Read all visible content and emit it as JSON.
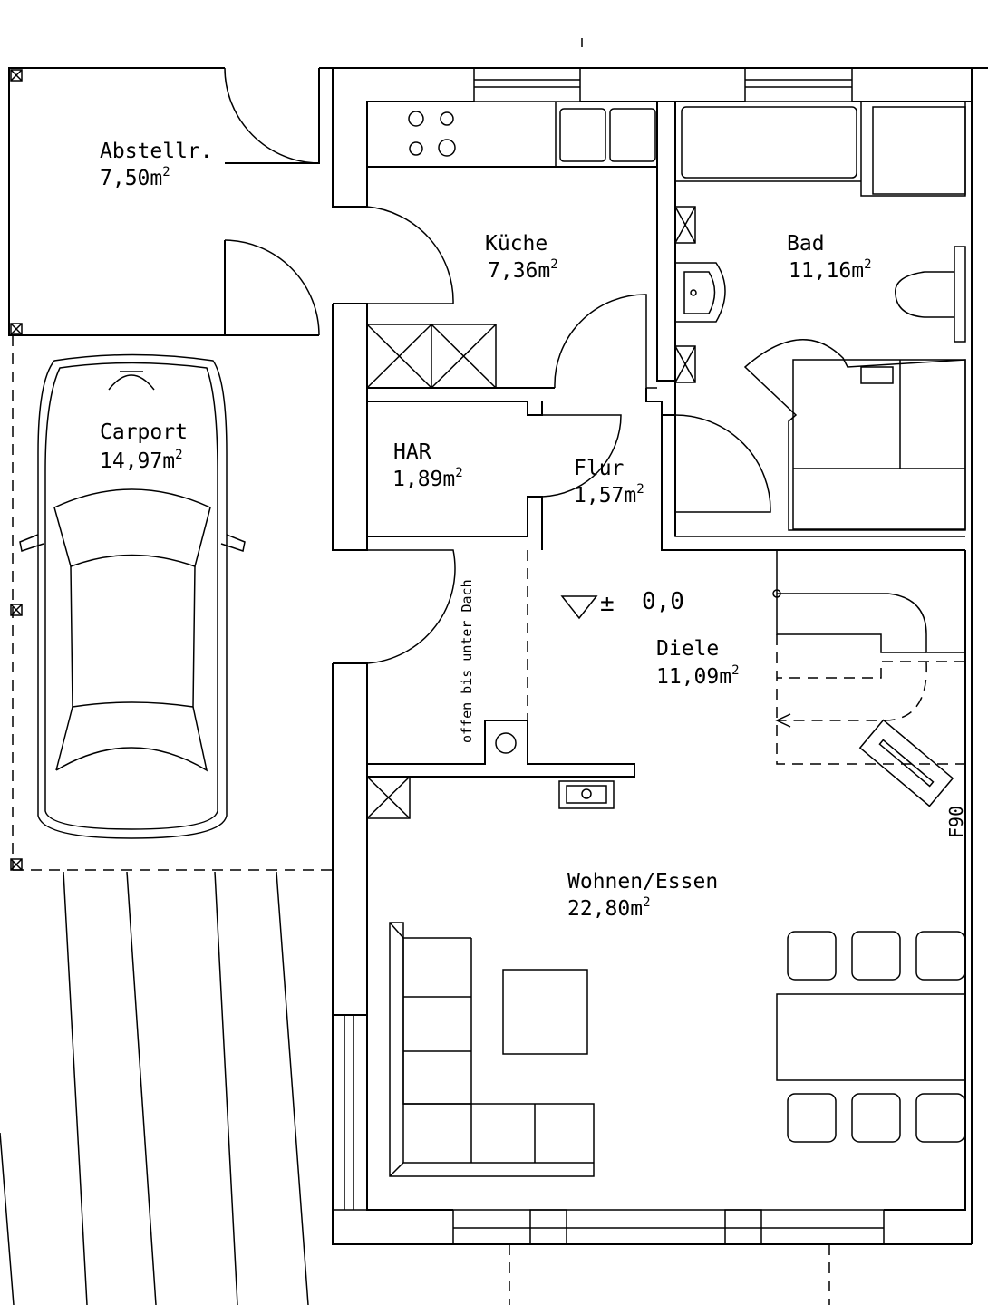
{
  "rooms": [
    {
      "id": "abstellraum",
      "name": "Abstellr.",
      "area": "7,50m",
      "unit_sup": "2"
    },
    {
      "id": "carport",
      "name": "Carport",
      "area": "14,97m",
      "unit_sup": "2"
    },
    {
      "id": "kueche",
      "name": "Küche",
      "area": "7,36m",
      "unit_sup": "2"
    },
    {
      "id": "bad",
      "name": "Bad",
      "area": "11,16m",
      "unit_sup": "2"
    },
    {
      "id": "har",
      "name": "HAR",
      "area": "1,89m",
      "unit_sup": "2"
    },
    {
      "id": "flur",
      "name": "Flur",
      "area": "1,57m",
      "unit_sup": "2"
    },
    {
      "id": "diele",
      "name": "Diele",
      "area": "11,09m",
      "unit_sup": "2"
    },
    {
      "id": "wohnen",
      "name": "Wohnen/Essen",
      "area": "22,80m",
      "unit_sup": "2"
    }
  ],
  "annotations": {
    "open_to_roof": "offen bis unter Dach",
    "level_symbol": "±",
    "level_value": "0,0",
    "fire_door": "F90"
  }
}
